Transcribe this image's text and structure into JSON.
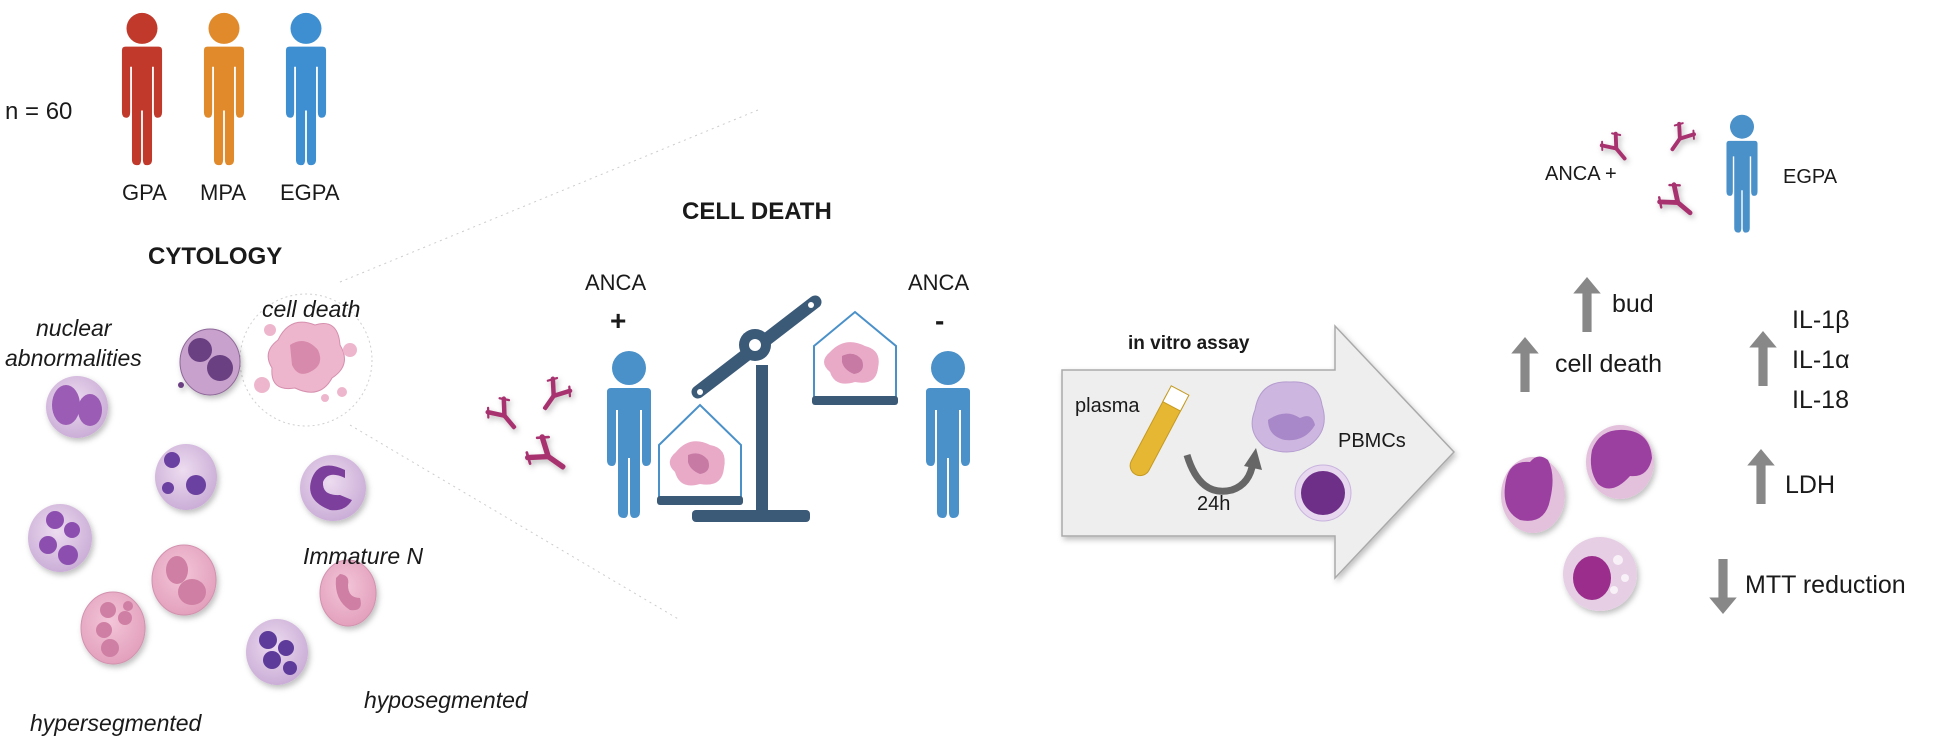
{
  "cohort": {
    "n_label": "n = 60",
    "groups": [
      {
        "label": "GPA",
        "color": "#c0392b"
      },
      {
        "label": "MPA",
        "color": "#e08a2c"
      },
      {
        "label": "EGPA",
        "color": "#3d8fd1"
      }
    ]
  },
  "cytology": {
    "title": "CYTOLOGY",
    "labels": {
      "nuclear_abnormalities_line1": "nuclear",
      "nuclear_abnormalities_line2": "abnormalities",
      "cell_death": "cell death",
      "immature_n": "Immature N",
      "hypersegmented": "hypersegmented",
      "hyposegmented": "hyposegmented"
    }
  },
  "cell_death": {
    "title": "CELL DEATH",
    "anca_positive_label": "ANCA",
    "anca_positive_sign": "+",
    "anca_negative_label": "ANCA",
    "anca_negative_sign": "-"
  },
  "assay": {
    "title": "in vitro assay",
    "plasma_label": "plasma",
    "time_label": "24h",
    "pbmc_label": "PBMCs"
  },
  "results": {
    "anca_label": "ANCA +",
    "egpa_label": "EGPA",
    "items": [
      {
        "direction": "up",
        "label": "bud"
      },
      {
        "direction": "up",
        "label": "cell death"
      },
      {
        "direction": "up",
        "label_lines": [
          "IL-1β",
          "IL-1α",
          "IL-18"
        ]
      },
      {
        "direction": "up",
        "label": "LDH"
      },
      {
        "direction": "down",
        "label": "MTT reduction"
      }
    ]
  },
  "colors": {
    "person_blue": "#4a90c9",
    "scale_dark": "#3b5a78",
    "antibody": "#a8336f",
    "arrow_gray": "#888888",
    "cell_pink": "#e8a9c4",
    "cell_purple": "#8b4ba8"
  }
}
